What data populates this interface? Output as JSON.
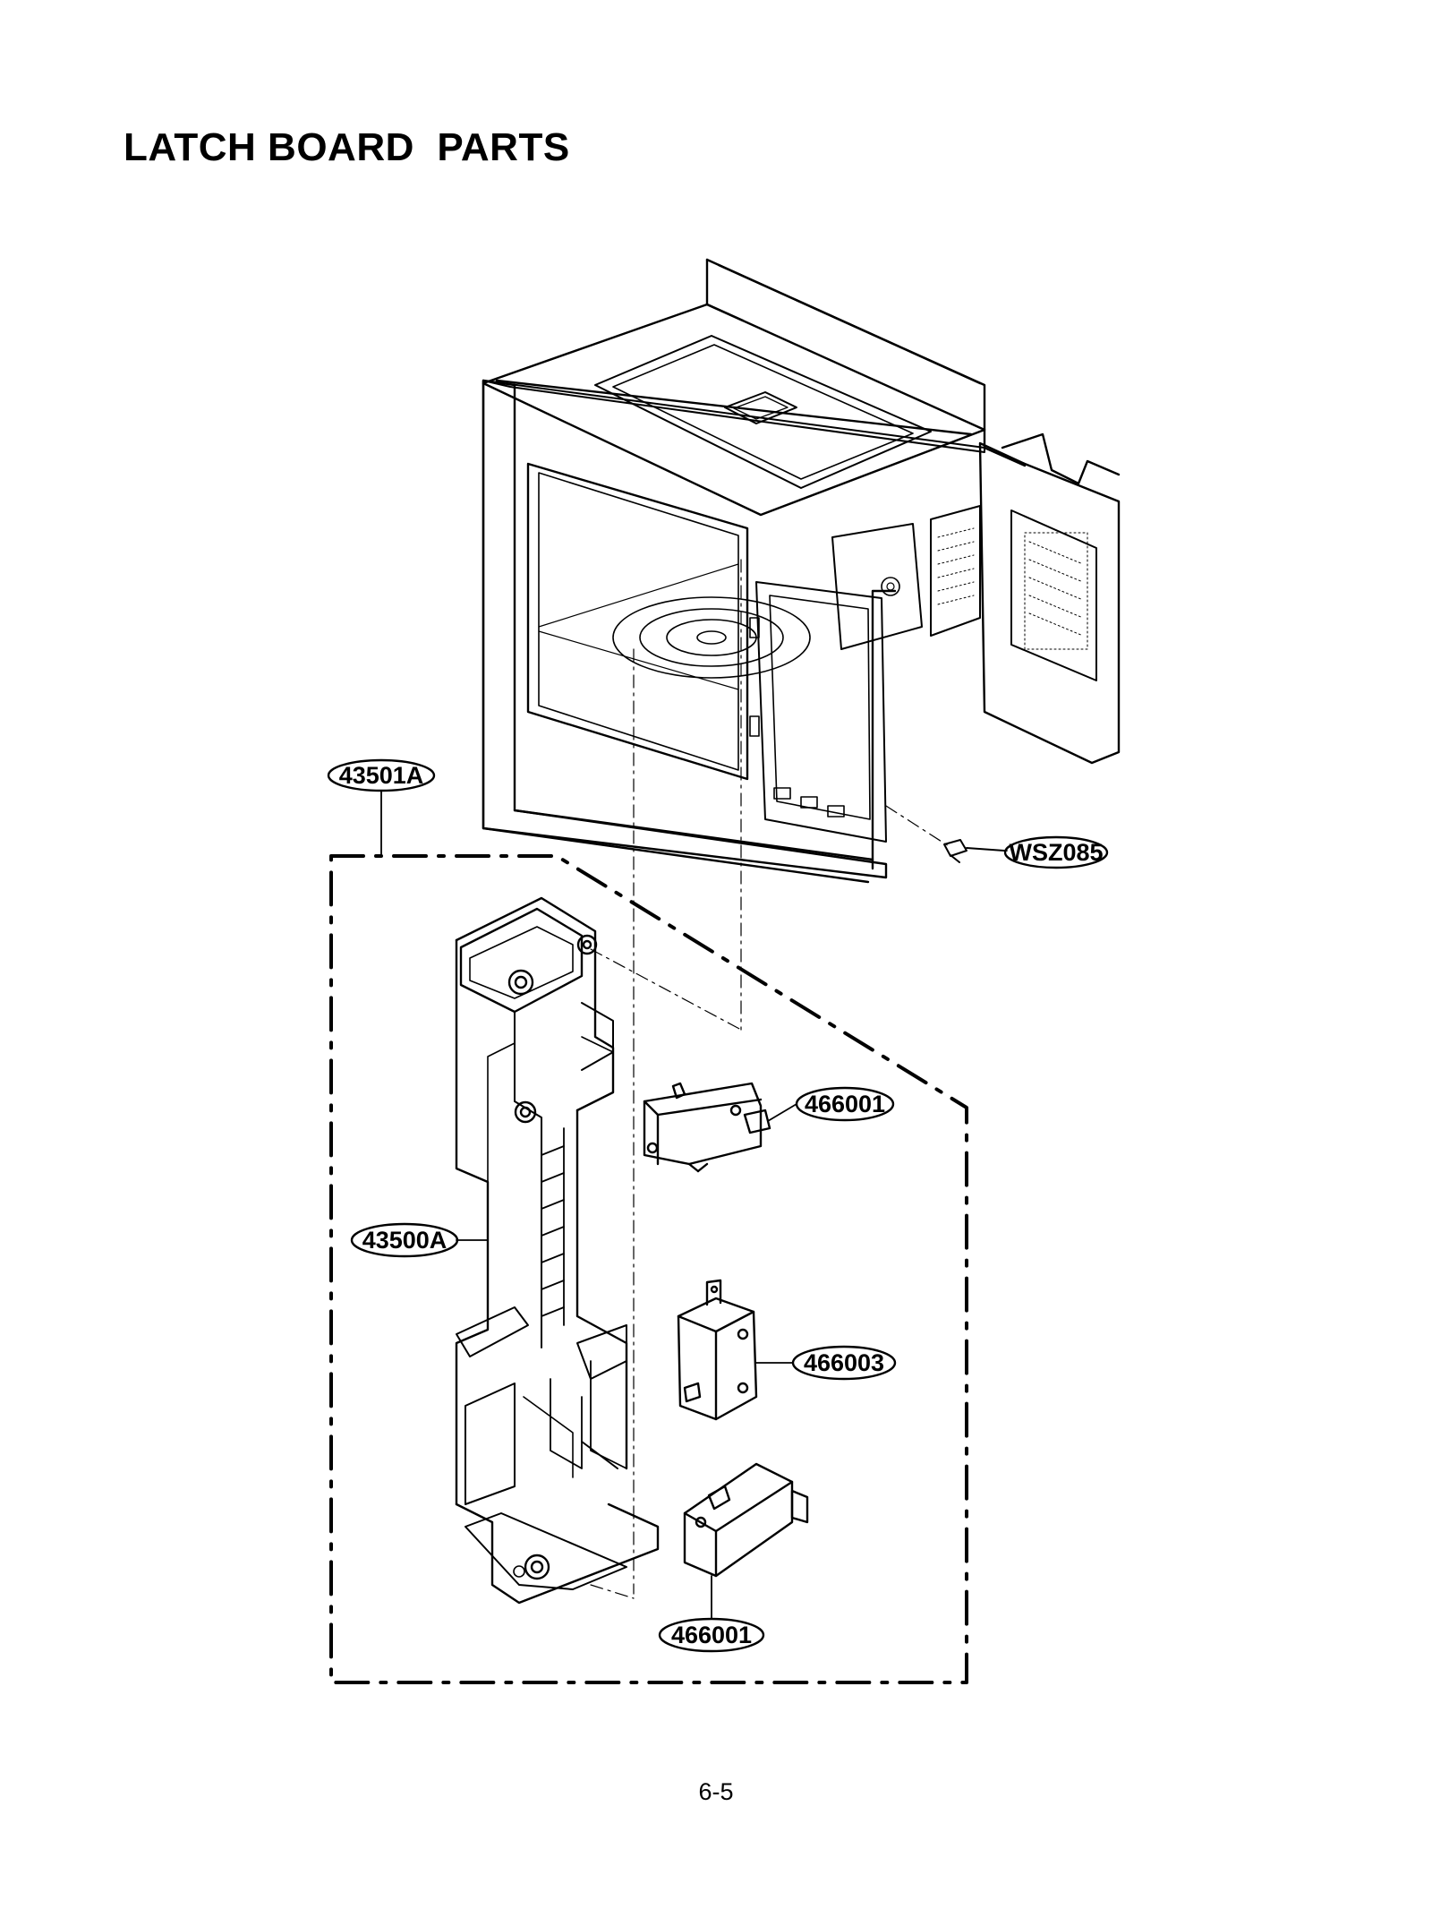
{
  "page": {
    "title": "LATCH BOARD  PARTS",
    "page_number": "6-5"
  },
  "parts": {
    "latch_board_assembly": "43501A",
    "screw": "WSZ085",
    "latch_hook": "43500A",
    "switch_upper": "466001",
    "switch_middle": "466003",
    "switch_lower": "466001"
  },
  "colors": {
    "line": "#000000",
    "background": "#ffffff"
  }
}
